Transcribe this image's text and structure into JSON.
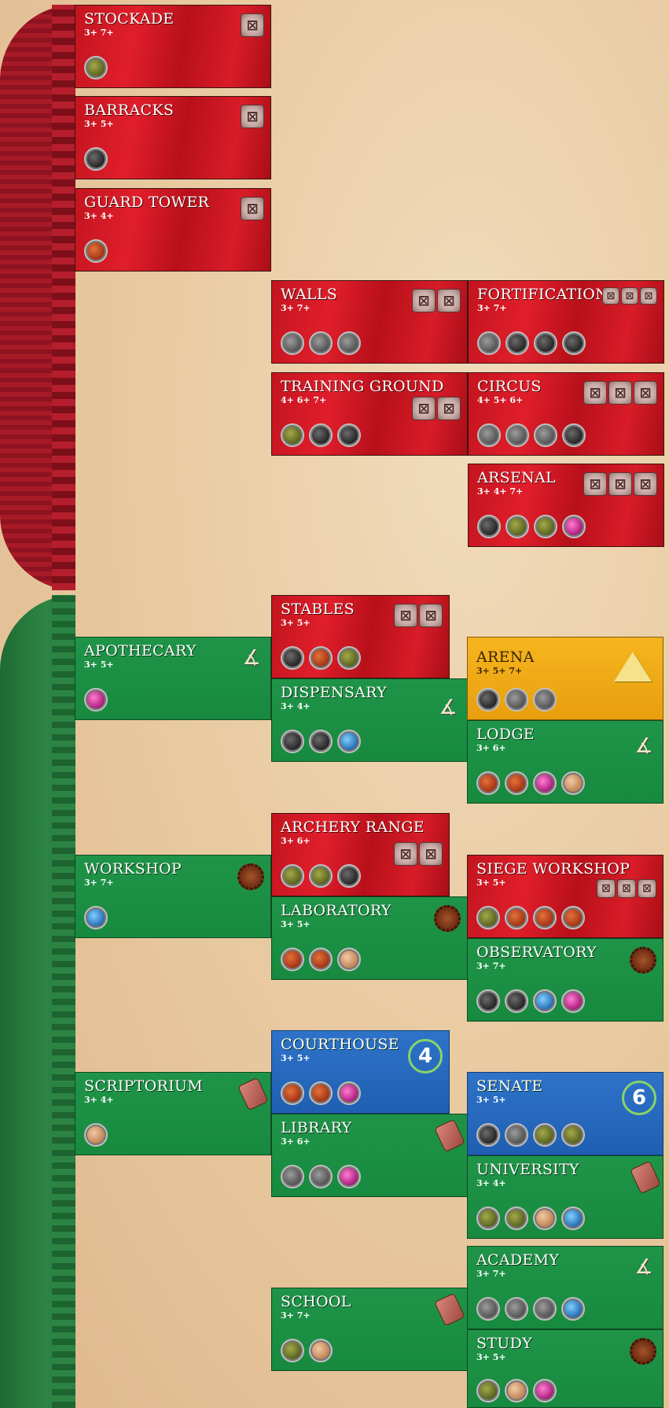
{
  "resource_icons": {
    "wood": "wood",
    "ore": "ore",
    "stone": "stone",
    "clay": "clay",
    "papyrus": "papyrus",
    "glass": "glass",
    "loom": "loom"
  },
  "cards": {
    "stockade": {
      "name": "STOCKADE",
      "players": "3+ 7+",
      "effect": "1 shield",
      "cost": [
        "wood"
      ]
    },
    "barracks": {
      "name": "BARRACKS",
      "players": "3+ 5+",
      "effect": "1 shield",
      "cost": [
        "ore"
      ]
    },
    "guard_tower": {
      "name": "GUARD TOWER",
      "players": "3+ 4+",
      "effect": "1 shield",
      "cost": [
        "clay"
      ]
    },
    "walls": {
      "name": "WALLS",
      "players": "3+ 7+",
      "effect": "2 shields",
      "cost": [
        "stone",
        "stone",
        "stone"
      ]
    },
    "fortifications": {
      "name": "FORTIFICATIONS",
      "players": "3+ 7+",
      "effect": "3 shields",
      "cost": [
        "stone",
        "ore",
        "ore",
        "ore"
      ]
    },
    "training_ground": {
      "name": "TRAINING GROUND",
      "players": "4+ 6+ 7+",
      "effect": "2 shields",
      "cost": [
        "wood",
        "ore",
        "ore"
      ]
    },
    "circus": {
      "name": "CIRCUS",
      "players": "4+ 5+ 6+",
      "effect": "3 shields",
      "cost": [
        "stone",
        "stone",
        "stone",
        "ore"
      ]
    },
    "arsenal": {
      "name": "ARSENAL",
      "players": "3+ 4+ 7+",
      "effect": "3 shields",
      "cost": [
        "ore",
        "wood",
        "wood",
        "glass"
      ]
    },
    "stables": {
      "name": "STABLES",
      "players": "3+ 5+",
      "effect": "2 shields",
      "cost": [
        "ore",
        "clay",
        "wood"
      ]
    },
    "apothecary": {
      "name": "APOTHECARY",
      "players": "3+ 5+",
      "effect": "compass",
      "cost": [
        "glass"
      ]
    },
    "dispensary": {
      "name": "DISPENSARY",
      "players": "3+ 4+",
      "effect": "compass",
      "cost": [
        "ore",
        "ore",
        "loom"
      ]
    },
    "arena": {
      "name": "ARENA",
      "players": "3+ 5+ 7+",
      "effect": "pyramid",
      "cost": [
        "ore",
        "stone",
        "stone"
      ]
    },
    "lodge": {
      "name": "LODGE",
      "players": "3+ 6+",
      "effect": "compass",
      "cost": [
        "clay",
        "clay",
        "glass",
        "papyrus"
      ]
    },
    "archery_range": {
      "name": "ARCHERY RANGE",
      "players": "3+ 6+",
      "effect": "2 shields",
      "cost": [
        "wood",
        "wood",
        "ore"
      ]
    },
    "workshop": {
      "name": "WORKSHOP",
      "players": "3+ 7+",
      "effect": "gear",
      "cost": [
        "loom"
      ]
    },
    "laboratory": {
      "name": "LABORATORY",
      "players": "3+ 5+",
      "effect": "gear",
      "cost": [
        "clay",
        "clay",
        "papyrus"
      ]
    },
    "siege_workshop": {
      "name": "SIEGE WORKSHOP",
      "players": "3+ 5+",
      "effect": "3 shields",
      "cost": [
        "wood",
        "clay",
        "clay",
        "clay"
      ]
    },
    "observatory": {
      "name": "OBSERVATORY",
      "players": "3+ 7+",
      "effect": "gear",
      "cost": [
        "ore",
        "ore",
        "loom",
        "glass"
      ]
    },
    "courthouse": {
      "name": "COURTHOUSE",
      "players": "3+ 5+",
      "effect": "4",
      "cost": [
        "clay",
        "clay",
        "glass"
      ]
    },
    "scriptorium": {
      "name": "SCRIPTORIUM",
      "players": "3+ 4+",
      "effect": "tablet",
      "cost": [
        "papyrus"
      ]
    },
    "senate": {
      "name": "SENATE",
      "players": "3+ 5+",
      "effect": "6",
      "cost": [
        "ore",
        "stone",
        "wood",
        "wood"
      ]
    },
    "library": {
      "name": "LIBRARY",
      "players": "3+ 6+",
      "effect": "tablet",
      "cost": [
        "stone",
        "stone",
        "glass"
      ]
    },
    "university": {
      "name": "UNIVERSITY",
      "players": "3+ 4+",
      "effect": "tablet",
      "cost": [
        "wood",
        "wood",
        "papyrus",
        "loom"
      ]
    },
    "academy": {
      "name": "ACADEMY",
      "players": "3+ 7+",
      "effect": "compass",
      "cost": [
        "stone",
        "stone",
        "stone",
        "loom"
      ]
    },
    "school": {
      "name": "SCHOOL",
      "players": "3+ 7+",
      "effect": "tablet",
      "cost": [
        "wood",
        "papyrus"
      ]
    },
    "study": {
      "name": "STUDY",
      "players": "3+ 5+",
      "effect": "gear",
      "cost": [
        "wood",
        "papyrus",
        "glass"
      ]
    }
  }
}
